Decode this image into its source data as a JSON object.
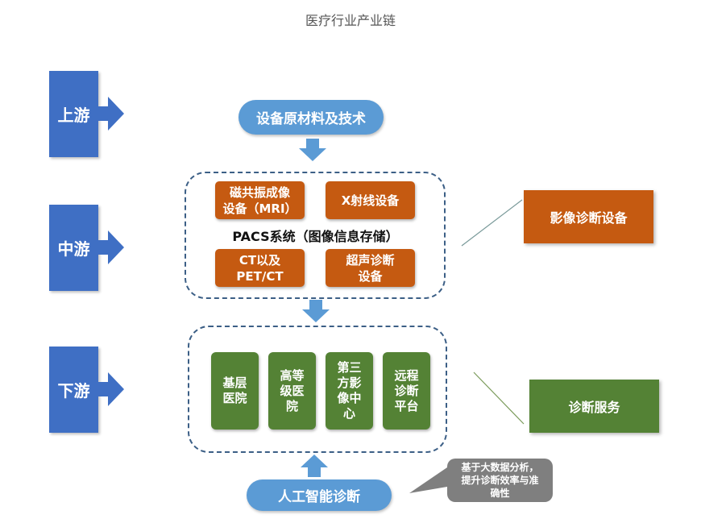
{
  "page": {
    "title": "医疗行业产业链"
  },
  "stages": [
    {
      "label": "上游"
    },
    {
      "label": "中游"
    },
    {
      "label": "下游"
    }
  ],
  "upstream": {
    "label": "设备原材料及技术"
  },
  "midstream": {
    "devices": [
      {
        "label": "磁共振成像\n设备（MRI）"
      },
      {
        "label": "X射线设备"
      },
      {
        "label": "CT以及\nPET/CT"
      },
      {
        "label": "超声诊断\n设备"
      }
    ],
    "pacs_label": "PACS系统（图像信息存储）",
    "category_label": "影像诊断设备"
  },
  "downstream": {
    "items": [
      {
        "label": "基层\n医院"
      },
      {
        "label": "高等\n级医\n院"
      },
      {
        "label": "第三\n方影\n像中\n心"
      },
      {
        "label": "远程\n诊断\n平台"
      }
    ],
    "category_label": "诊断服务"
  },
  "ai": {
    "label": "人工智能诊断",
    "callout": "基于大数据分析，\n提升诊断效率与准\n确性"
  },
  "colors": {
    "stage_blue": "#3f6fc4",
    "pill_blue": "#5b9bd5",
    "orange": "#c55a11",
    "green": "#548235",
    "dashed_border": "#3c5f86",
    "callout_gray": "#7f7f7f"
  }
}
